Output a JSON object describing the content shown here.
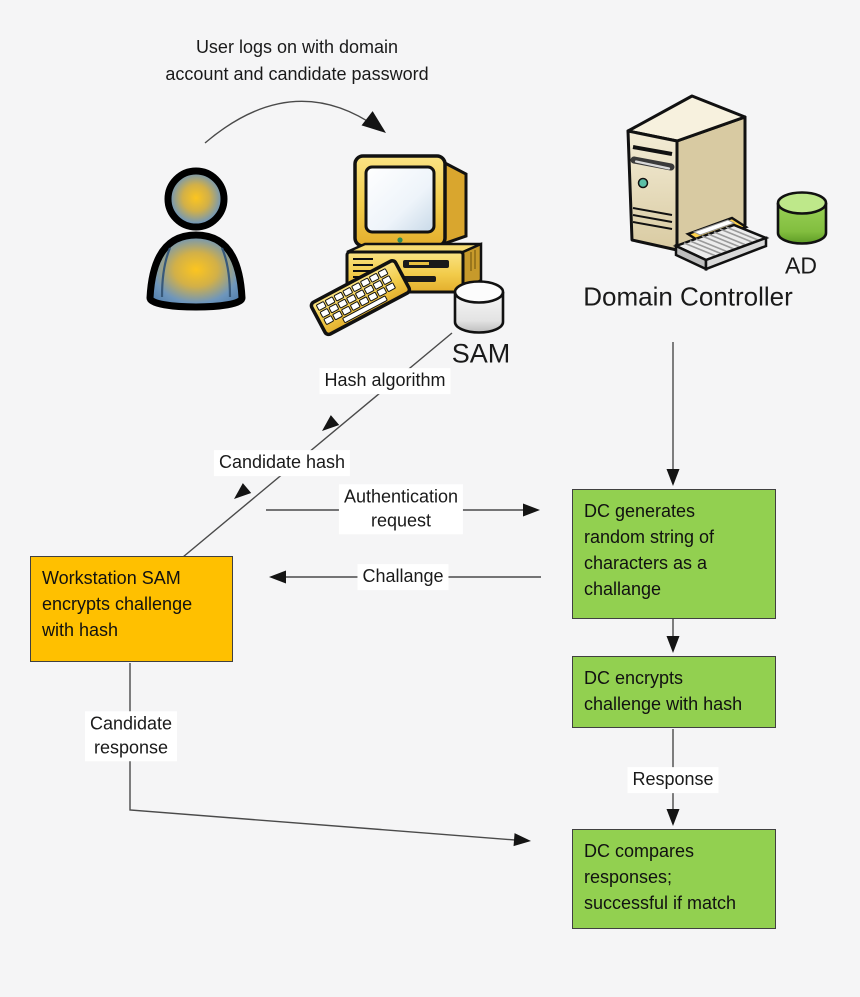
{
  "colors": {
    "background": "#f5f5f6",
    "workstation_box_fill": "#FFC000",
    "dc_box_fill": "#92D050",
    "box_border": "#404040",
    "connector_line": "#4a4a4a",
    "arrowhead": "#141414",
    "label_background": "#ffffff",
    "person_blue": "#5787b4",
    "person_glow": "#fcc62d",
    "computer_yellow": "#f3cd4a",
    "server_beige": "#eee4c6",
    "ad_cylinder_green": "#8cc848",
    "sam_cylinder_white": "#f2f2f2"
  },
  "icons": {
    "user-icon": "person silhouette with yellow glow",
    "workstation-icon": "desktop computer with CRT monitor and keyboard",
    "sam-database-icon": "white database cylinder",
    "domain-controller-icon": "server tower with keyboard and yellow folder",
    "ad-database-icon": "green database cylinder"
  },
  "nodes": {
    "user_caption": "User logs on with domain\naccount and candidate password",
    "workstation_db": "SAM",
    "domain_controller": "Domain Controller",
    "ad_db": "AD",
    "workstation_sam_box": "Workstation SAM\nencrypts challenge\nwith hash",
    "dc_generates_box": "DC generates\nrandom string of\ncharacters as a\nchallange",
    "dc_encrypts_box": "DC encrypts\nchallenge with hash",
    "dc_compares_box": "DC compares\nresponses;\nsuccessful if match"
  },
  "edge_labels": {
    "hash_algorithm": "Hash algorithm",
    "candidate_hash": "Candidate hash",
    "authentication_request": "Authentication\nrequest",
    "challange": "Challange",
    "candidate_response": "Candidate\nresponse",
    "response": "Response"
  }
}
